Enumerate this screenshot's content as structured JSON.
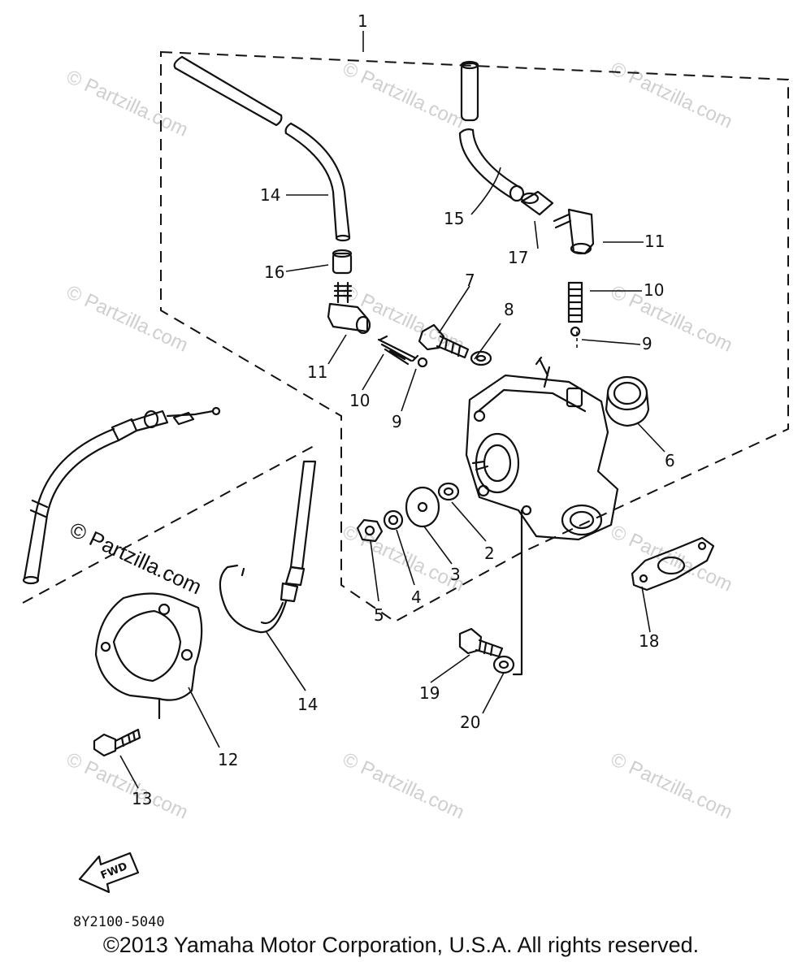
{
  "diagram": {
    "group_label": "1",
    "callouts": [
      {
        "id": "c2",
        "text": "2"
      },
      {
        "id": "c3",
        "text": "3"
      },
      {
        "id": "c4",
        "text": "4"
      },
      {
        "id": "c5",
        "text": "5"
      },
      {
        "id": "c6",
        "text": "6"
      },
      {
        "id": "c7",
        "text": "7"
      },
      {
        "id": "c8",
        "text": "8"
      },
      {
        "id": "c9a",
        "text": "9"
      },
      {
        "id": "c9b",
        "text": "9"
      },
      {
        "id": "c10a",
        "text": "10"
      },
      {
        "id": "c10b",
        "text": "10"
      },
      {
        "id": "c11a",
        "text": "11"
      },
      {
        "id": "c11b",
        "text": "11"
      },
      {
        "id": "c12",
        "text": "12"
      },
      {
        "id": "c13",
        "text": "13"
      },
      {
        "id": "c14a",
        "text": "14"
      },
      {
        "id": "c14b",
        "text": "14"
      },
      {
        "id": "c15",
        "text": "15"
      },
      {
        "id": "c16",
        "text": "16"
      },
      {
        "id": "c17",
        "text": "17"
      },
      {
        "id": "c18",
        "text": "18"
      },
      {
        "id": "c19",
        "text": "19"
      },
      {
        "id": "c20",
        "text": "20"
      }
    ],
    "fwd_label": "FWD",
    "diagram_code": "8Y2100-5040",
    "watermark": "© Partzilla.com"
  },
  "footer": {
    "copyright": "©2013 Yamaha Motor Corporation, U.S.A. All rights reserved."
  },
  "colors": {
    "ink": "#111111",
    "watermark": "#cfcfcf",
    "background": "#ffffff"
  }
}
